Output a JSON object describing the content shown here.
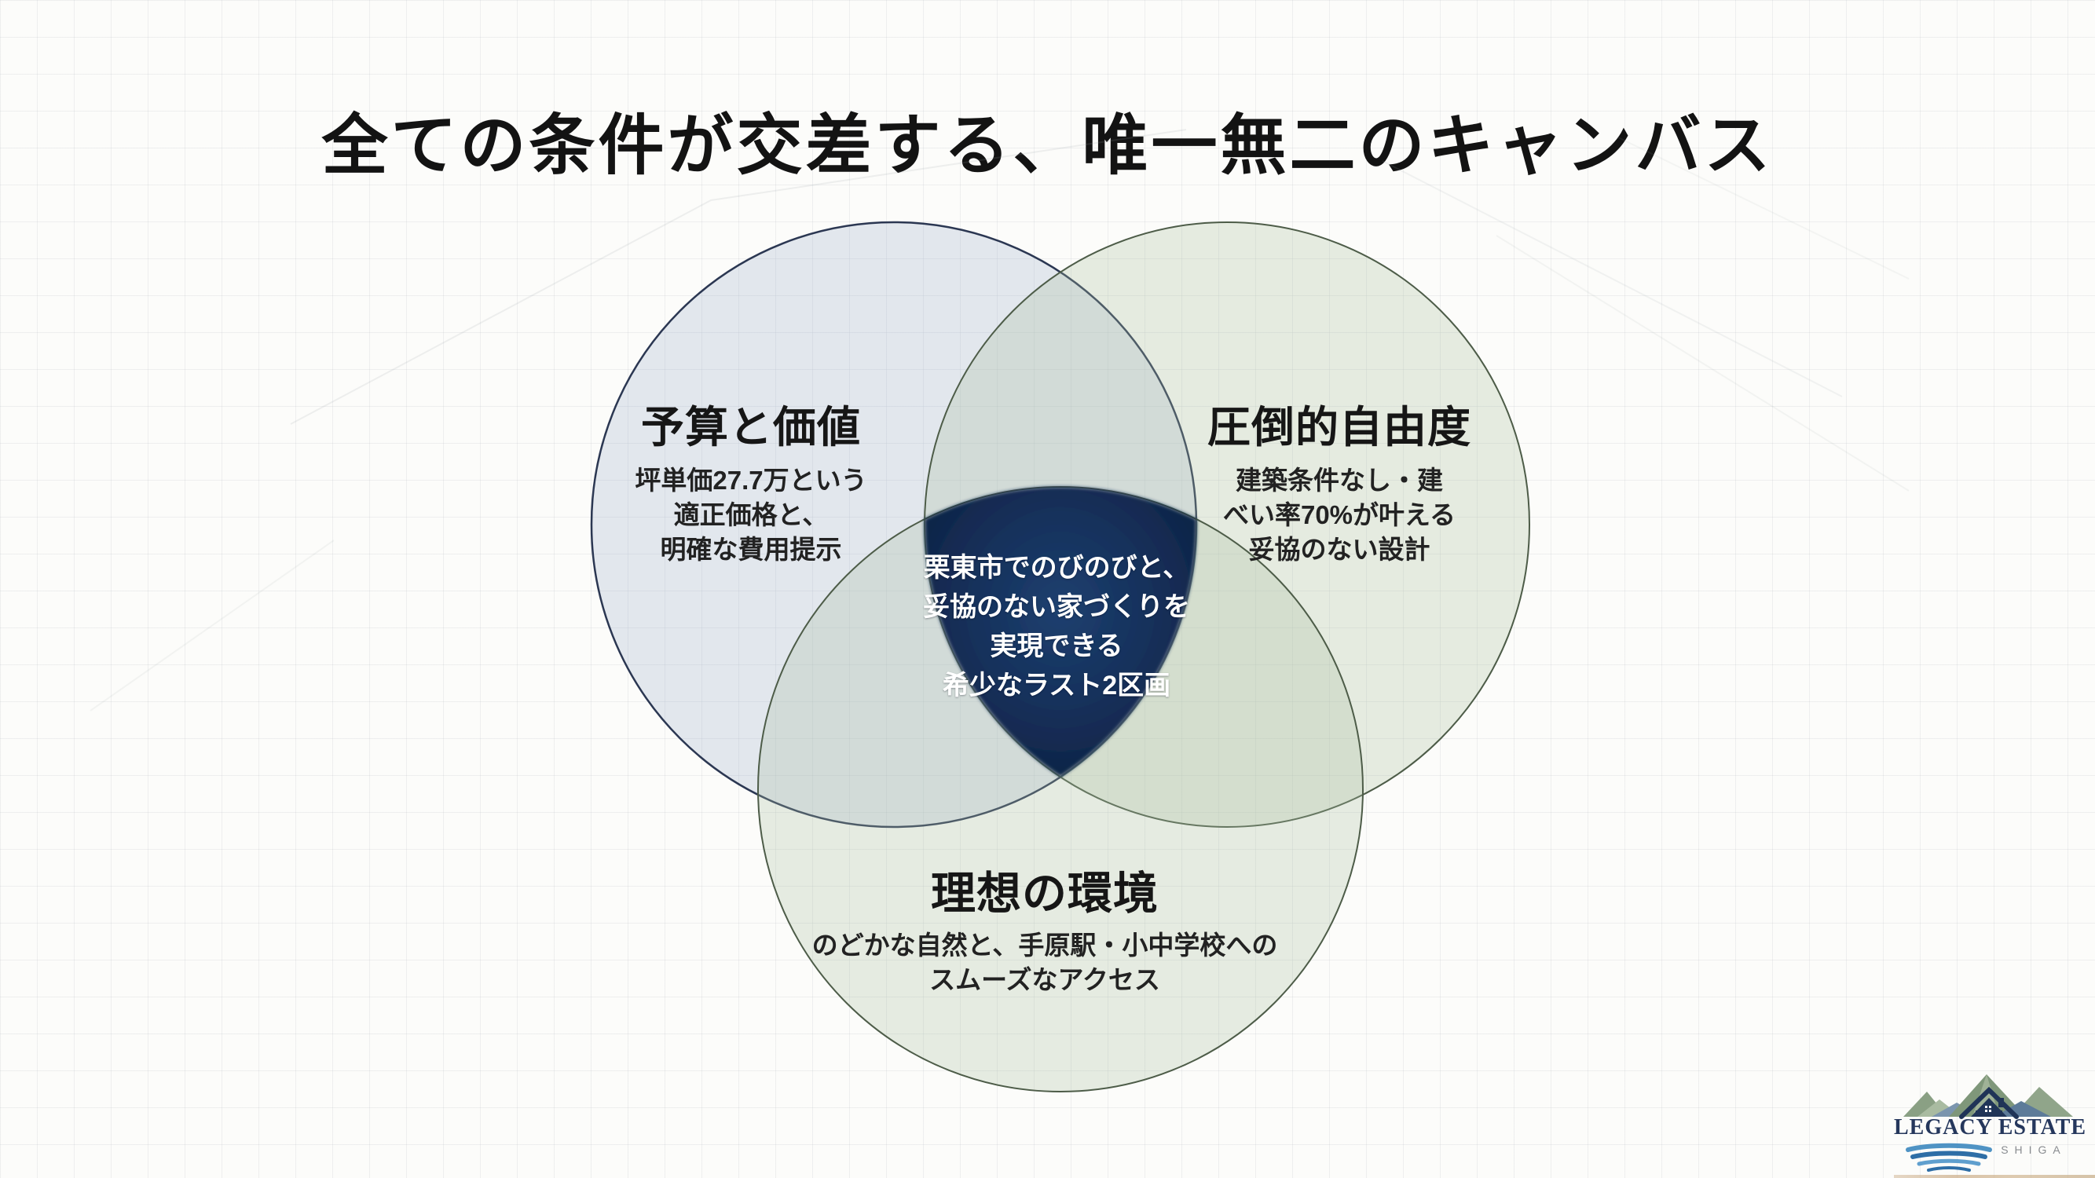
{
  "title": "全ての条件が交差する、唯一無二のキャンバス",
  "venn": {
    "budget": {
      "heading": "予算と価値",
      "lines": [
        "坪単価27.7万という",
        "適正価格と、",
        "明確な費用提示"
      ]
    },
    "freedom": {
      "heading": "圧倒的自由度",
      "lines": [
        "建築条件なし・建",
        "べい率70%が叶える",
        "妥協のない設計"
      ]
    },
    "environment": {
      "heading": "理想の環境",
      "lines": [
        "のどかな自然と、手原駅・小中学校への",
        "スムーズなアクセス"
      ]
    },
    "center": {
      "lines": [
        "栗東市でのびのびと、",
        "妥協のない家づくりを",
        "実現できる",
        "希少なラスト2区画"
      ]
    }
  },
  "logo": {
    "name": "LEGACY ESTATE",
    "region": "SHIGA"
  },
  "colors": {
    "center_navy": "#16315c",
    "budget_circle_stroke": "#2b3752",
    "budget_circle_fill": "rgba(159,176,204,0.28)",
    "freedom_circle_stroke": "#4d5c48",
    "freedom_circle_fill": "rgba(168,191,158,0.28)",
    "environment_circle_stroke": "#4d5c48",
    "environment_circle_fill": "rgba(170,192,162,0.28)",
    "title_color": "#131313",
    "logo_navy": "#25375c",
    "logo_green": "#87a081",
    "logo_blue": "#4f93c4",
    "logo_gray": "#898c90"
  }
}
